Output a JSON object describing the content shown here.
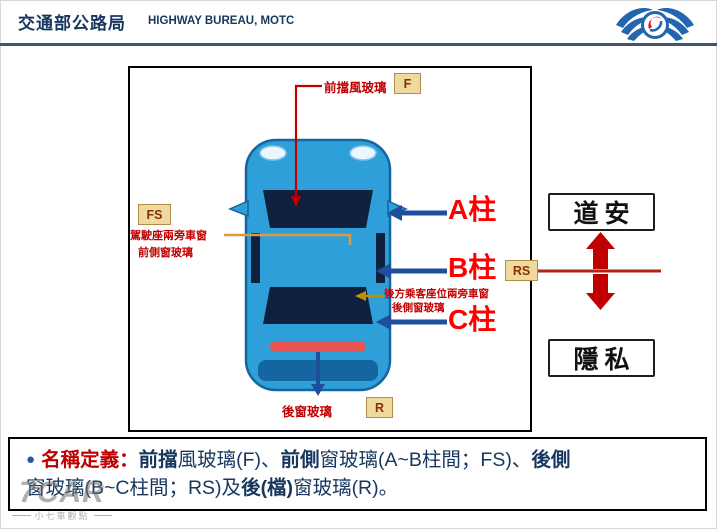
{
  "header": {
    "title_zh": "交通部公路局",
    "title_en": "HIGHWAY BUREAU, MOTC",
    "logo": "highway-bureau-winged-emblem"
  },
  "diagram": {
    "front_windshield_label": "前擋風玻璃",
    "front_windshield_code": "F",
    "front_side_code": "FS",
    "front_side_note_line1": "駕駛座兩旁車窗",
    "front_side_note_line2": "前側窗玻璃",
    "a_pillar": "A柱",
    "b_pillar": "B柱",
    "c_pillar": "C柱",
    "rear_side_code": "RS",
    "rear_side_note_line1": "後方乘客座位兩旁車窗",
    "rear_side_note_line2": "後側窗玻璃",
    "rear_window_label": "後窗玻璃",
    "rear_window_code": "R"
  },
  "scale": {
    "top_label": "道安",
    "bottom_label": "隱私"
  },
  "definition": {
    "bullet": "●",
    "heading": "名稱定義：",
    "segments": [
      {
        "text": "前擋",
        "bold": true
      },
      {
        "text": "風玻璃(F)、",
        "bold": false
      },
      {
        "text": "前側",
        "bold": true
      },
      {
        "text": "窗玻璃(A~B柱間；FS)、",
        "bold": false
      },
      {
        "text": "後側",
        "bold": true
      },
      {
        "text": "窗玻璃(B~C柱間；RS)及",
        "bold": false
      },
      {
        "text": "後(檔)",
        "bold": true
      },
      {
        "text": "窗玻璃(R)。",
        "bold": false
      }
    ]
  },
  "watermark": {
    "brand": "7CAR",
    "subtitle": "小七車觀點"
  },
  "colors": {
    "navy": "#17375e",
    "accent_red": "#c00000",
    "pillar_red": "#ff0000",
    "arrow_blue": "#1f4e9c",
    "badge_bg": "#eeda9f",
    "badge_border": "#b08d4a",
    "badge_text": "#8b2e00",
    "car_blue": "#2e9fd8",
    "car_blue_dark": "#1565a0",
    "glass_dark": "#10203f",
    "scale_red": "#c00000",
    "divider_navy": "#44546a",
    "olive": "#bf9000",
    "orange": "#e09a3c",
    "logo_blue": "#2365ae",
    "logo_red": "#cc2229"
  }
}
